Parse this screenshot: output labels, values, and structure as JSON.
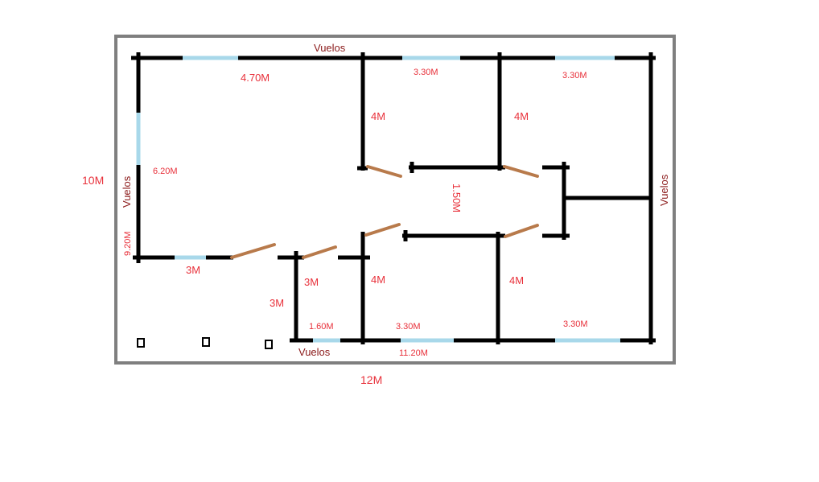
{
  "colors": {
    "wall": "#000000",
    "window": "#a8d8ea",
    "door": "#b87a4b",
    "frame": "#7f7f7f",
    "dimension_text": "#e8303a",
    "eave_text": "#8b1a1a",
    "label_text": "#000000"
  },
  "labels": {
    "eaves_top": "Vuelos",
    "eaves_bottom": "Vuelos",
    "eaves_left": "Vuelos",
    "eaves_right": "Vuelos",
    "overall_height": "10M",
    "overall_width": "12M",
    "top_left_width": "4.70M",
    "top_mid_width": "3.30M",
    "top_right_width": "3.30M",
    "top_mid_depth": "4M",
    "top_right_depth": "4M",
    "left_room_depth": "6.20M",
    "left_wall_length": "9.20M",
    "hallway_width": "1.50M",
    "bottom_left_width": "3M",
    "entry_width": "3M",
    "entry_depth": "3M",
    "bottom_mid_depth": "4M",
    "bottom_right_depth": "4M",
    "entry_window": "1.60M",
    "bottom_mid_width": "3.30M",
    "bottom_right_width": "3.30M",
    "bottom_wall_length": "11.20M"
  }
}
